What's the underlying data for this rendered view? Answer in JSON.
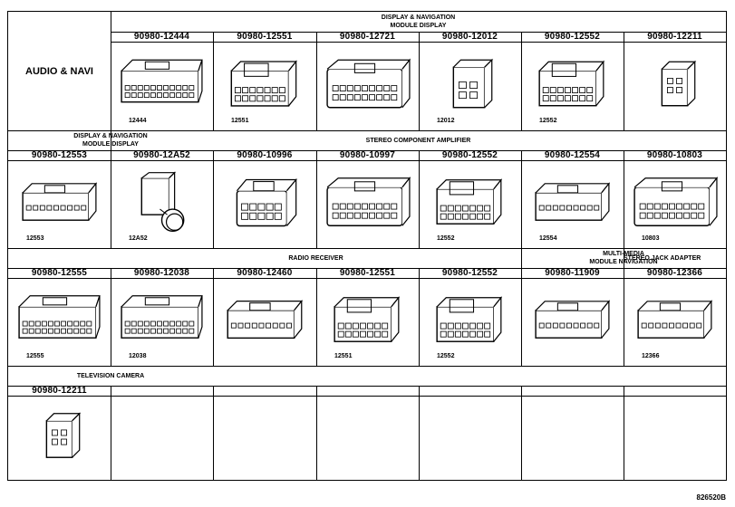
{
  "sheet_title": "AUDIO & NAVI",
  "doc_id": "826520B",
  "rows": [
    {
      "groups": [
        {
          "label": "DISPLAY & NAVIGATION\nMODULE DISPLAY",
          "col_start": 1,
          "col_end": 6
        }
      ],
      "parts": [
        {
          "col": 1,
          "number": "90980-12444",
          "tag": "12444",
          "shape": "wide"
        },
        {
          "col": 2,
          "number": "90980-12551",
          "tag": "12551",
          "shape": "medium"
        },
        {
          "col": 3,
          "number": "90980-12721",
          "tag": "",
          "shape": "box"
        },
        {
          "col": 4,
          "number": "90980-12012",
          "tag": "12012",
          "shape": "small"
        },
        {
          "col": 5,
          "number": "90980-12552",
          "tag": "12552",
          "shape": "medium"
        },
        {
          "col": 6,
          "number": "90980-12211",
          "tag": "",
          "shape": "tiny"
        }
      ]
    },
    {
      "groups": [
        {
          "label": "DISPLAY & NAVIGATION\nMODULE DISPLAY",
          "col_start": 0,
          "col_end": 1
        },
        {
          "label": "STEREO COMPONENT AMPLIFIER",
          "col_start": 1,
          "col_end": 6
        }
      ],
      "parts": [
        {
          "col": 0,
          "number": "90980-12553",
          "tag": "12553",
          "shape": "flat"
        },
        {
          "col": 1,
          "number": "90980-12A52",
          "tag": "12A52",
          "shape": "coax"
        },
        {
          "col": 2,
          "number": "90980-10996",
          "tag": "",
          "shape": "cube"
        },
        {
          "col": 3,
          "number": "90980-10997",
          "tag": "",
          "shape": "box"
        },
        {
          "col": 4,
          "number": "90980-12552",
          "tag": "12552",
          "shape": "medium"
        },
        {
          "col": 5,
          "number": "90980-12554",
          "tag": "12554",
          "shape": "flat"
        },
        {
          "col": 6,
          "number": "90980-10803",
          "tag": "10803",
          "shape": "box"
        }
      ]
    },
    {
      "groups": [
        {
          "label": "RADIO RECEIVER",
          "col_start": 0,
          "col_end": 5
        },
        {
          "label": "MULTI-MEDIA\nMODULE NAVIGATION",
          "col_start": 5,
          "col_end": 6
        },
        {
          "label": "STEREO JACK ADAPTER",
          "col_start": 6,
          "col_end": 7
        }
      ],
      "parts": [
        {
          "col": 0,
          "number": "90980-12555",
          "tag": "12555",
          "shape": "wide"
        },
        {
          "col": 1,
          "number": "90980-12038",
          "tag": "12038",
          "shape": "wide"
        },
        {
          "col": 2,
          "number": "90980-12460",
          "tag": "",
          "shape": "flat"
        },
        {
          "col": 3,
          "number": "90980-12551",
          "tag": "12551",
          "shape": "medium"
        },
        {
          "col": 4,
          "number": "90980-12552",
          "tag": "12552",
          "shape": "medium"
        },
        {
          "col": 5,
          "number": "90980-11909",
          "tag": "",
          "shape": "flat"
        },
        {
          "col": 6,
          "number": "90980-12366",
          "tag": "12366",
          "shape": "flat"
        }
      ]
    },
    {
      "groups": [
        {
          "label": "TELEVISION CAMERA",
          "col_start": 0,
          "col_end": 1
        }
      ],
      "parts": [
        {
          "col": 0,
          "number": "90980-12211",
          "tag": "",
          "shape": "tiny"
        }
      ]
    }
  ]
}
